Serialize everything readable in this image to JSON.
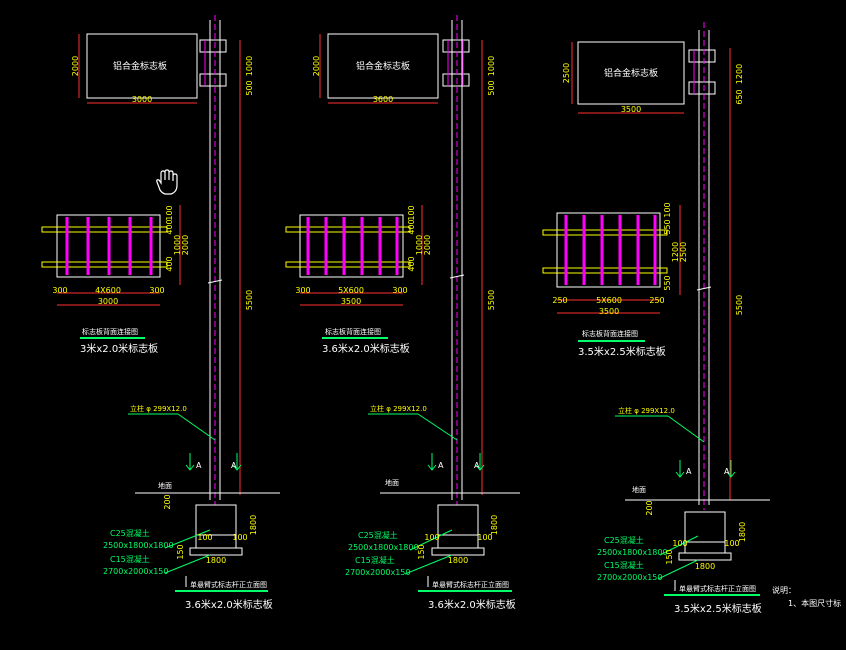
{
  "colors": {
    "background": "#000000",
    "outline": "#ffffff",
    "dimension": "#ff3030",
    "magenta": "#ff00ff",
    "yellow": "#ffff00",
    "cyan": "#00ffff",
    "green": "#00ff66"
  },
  "cursor": "hand-cursor-icon",
  "panels": [
    {
      "sign_label": "铝合金标志板",
      "sign_height": "2000",
      "sign_width": "3000",
      "dim_top": "1000",
      "dim_gap": "500",
      "frame_inner": "400",
      "frame_total": "2000",
      "frame_mid": "1000",
      "frame_a": "400",
      "frame_b": "100",
      "frame_left": "300",
      "frame_grid": "4X600",
      "frame_right": "300",
      "frame_total_w": "3000",
      "plan_title": "标志板背面连接图",
      "plan_caption": "3米x2.0米标志板",
      "pole_height": "5500",
      "pole_spec": "立柱 φ 299X12.0",
      "section_mark": "A",
      "ground_label": "地面",
      "ground_dim": "200",
      "concrete_upper": "C25混凝土",
      "concrete_upper_size": "2500x1800x1800",
      "concrete_lower": "C15混凝土",
      "concrete_lower_size": "2700x2000x150",
      "foot_left": "100",
      "foot_right": "100",
      "foot_height": "1800",
      "foot_width": "1800",
      "foot_base": "150",
      "elev_title": "单悬臂式标志杆正立面图",
      "elev_caption": "3.6米x2.0米标志板"
    },
    {
      "sign_label": "铝合金标志板",
      "sign_height": "2000",
      "sign_width": "3600",
      "dim_top": "1000",
      "dim_gap": "500",
      "frame_inner": "400",
      "frame_total": "2000",
      "frame_mid": "1000",
      "frame_a": "400",
      "frame_b": "100",
      "frame_left": "300",
      "frame_grid": "5X600",
      "frame_right": "300",
      "frame_total_w": "3500",
      "plan_title": "标志板背面连接图",
      "plan_caption": "3.6米x2.0米标志板",
      "pole_height": "5500",
      "pole_spec": "立柱 φ 299X12.0",
      "section_mark": "A",
      "ground_label": "地面",
      "ground_dim": "200",
      "concrete_upper": "C25混凝土",
      "concrete_upper_size": "2500x1800x1800",
      "concrete_lower": "C15混凝土",
      "concrete_lower_size": "2700x2000x150",
      "foot_left": "100",
      "foot_right": "100",
      "foot_height": "1800",
      "foot_width": "1800",
      "foot_base": "150",
      "elev_title": "单悬臂式标志杆正立面图",
      "elev_caption": "3.6米x2.0米标志板"
    },
    {
      "sign_label": "铝合金标志板",
      "sign_height": "2500",
      "sign_width": "3500",
      "dim_top": "1200",
      "dim_gap": "650",
      "frame_inner": "550",
      "frame_total": "2500",
      "frame_mid": "1200",
      "frame_a": "550",
      "frame_b": "100",
      "frame_left": "250",
      "frame_grid": "5X600",
      "frame_right": "250",
      "frame_total_w": "3500",
      "plan_title": "标志板背面连接图",
      "plan_caption": "3.5米x2.5米标志板",
      "pole_height": "5500",
      "pole_spec": "立柱 φ 299X12.0",
      "section_mark": "A",
      "ground_label": "地面",
      "ground_dim": "200",
      "concrete_upper": "C25混凝土",
      "concrete_upper_size": "2500x1800x1800",
      "concrete_lower": "C15混凝土",
      "concrete_lower_size": "2700x2000x150",
      "foot_left": "100",
      "foot_right": "100",
      "foot_height": "1800",
      "foot_width": "1800",
      "foot_base": "150",
      "elev_title": "单悬臂式标志杆正立面图",
      "elev_caption": "3.5米x2.5米标志板"
    }
  ],
  "notes": {
    "title": "说明：",
    "line1": "1、本图尺寸标"
  }
}
